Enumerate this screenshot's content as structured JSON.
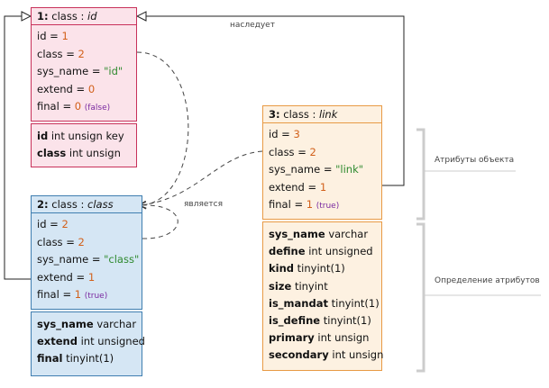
{
  "boxes": {
    "id_class": {
      "header": {
        "num": "1:",
        "word": "class",
        "sep": ":",
        "name": "id"
      },
      "attrs": [
        {
          "key": "id",
          "eq": "=",
          "value": "1",
          "kind": "num"
        },
        {
          "key": "class",
          "eq": "=",
          "value": "2",
          "kind": "num"
        },
        {
          "key": "sys_name",
          "eq": "=",
          "value": "\"id\"",
          "kind": "str"
        },
        {
          "key": "extend",
          "eq": "=",
          "value": "0",
          "kind": "num"
        },
        {
          "key": "final",
          "eq": "=",
          "value": "0",
          "kind": "num",
          "note": "(false)"
        }
      ],
      "defs": [
        {
          "name": "id",
          "type": "int unsign key"
        },
        {
          "name": "class",
          "type": "int unsign"
        }
      ]
    },
    "class_class": {
      "header": {
        "num": "2:",
        "word": "class",
        "sep": ":",
        "name": "class"
      },
      "attrs": [
        {
          "key": "id",
          "eq": "=",
          "value": "2",
          "kind": "num"
        },
        {
          "key": "class",
          "eq": "=",
          "value": "2",
          "kind": "num"
        },
        {
          "key": "sys_name",
          "eq": "=",
          "value": "\"class\"",
          "kind": "str"
        },
        {
          "key": "extend",
          "eq": "=",
          "value": "1",
          "kind": "num"
        },
        {
          "key": "final",
          "eq": "=",
          "value": "1",
          "kind": "num",
          "note": "(true)"
        }
      ],
      "defs": [
        {
          "name": "sys_name",
          "type": "varchar"
        },
        {
          "name": "extend",
          "type": "int unsigned"
        },
        {
          "name": "final",
          "type": "tinyint(1)"
        }
      ]
    },
    "link_class": {
      "header": {
        "num": "3:",
        "word": "class",
        "sep": ":",
        "name": "link"
      },
      "attrs": [
        {
          "key": "id",
          "eq": "=",
          "value": "3",
          "kind": "num"
        },
        {
          "key": "class",
          "eq": "=",
          "value": "2",
          "kind": "num"
        },
        {
          "key": "sys_name",
          "eq": "=",
          "value": "\"link\"",
          "kind": "str"
        },
        {
          "key": "extend",
          "eq": "=",
          "value": "1",
          "kind": "num"
        },
        {
          "key": "final",
          "eq": "=",
          "value": "1",
          "kind": "num",
          "note": "(true)"
        }
      ],
      "defs": [
        {
          "name": "sys_name",
          "type": "varchar"
        },
        {
          "name": "define",
          "type": "int unsigned"
        },
        {
          "name": "kind",
          "type": "tinyint(1)"
        },
        {
          "name": "size",
          "type": "tinyint"
        },
        {
          "name": "is_mandat",
          "type": "tinyint(1)"
        },
        {
          "name": "is_define",
          "type": "tinyint(1)"
        },
        {
          "name": "primary",
          "type": "int unsign"
        },
        {
          "name": "secondary",
          "type": "int unsign"
        }
      ]
    }
  },
  "labels": {
    "inherits": "наследует",
    "is_a": "является",
    "object_attributes": "Атрибуты объекта",
    "attribute_definition": "Определение атрибутов"
  },
  "colors": {
    "pink_fill": "#fbe3ea",
    "pink_border": "#c8315a",
    "blue_fill": "#d5e6f4",
    "blue_border": "#3f7eb0",
    "orange_fill": "#fdf1e1",
    "orange_border": "#e89a45",
    "number": "#d2601a",
    "string": "#2f8a2f",
    "boolean": "#7a2aa0"
  }
}
